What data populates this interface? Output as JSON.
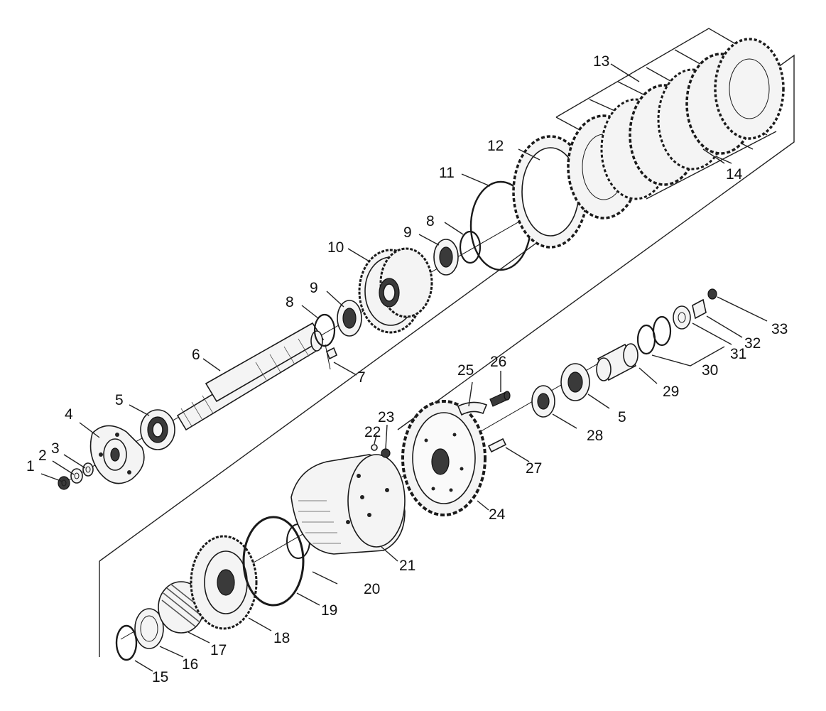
{
  "diagram": {
    "labels": [
      {
        "id": "lbl-1",
        "text": "1"
      },
      {
        "id": "lbl-2",
        "text": "2"
      },
      {
        "id": "lbl-3",
        "text": "3"
      },
      {
        "id": "lbl-4",
        "text": "4"
      },
      {
        "id": "lbl-5a",
        "text": "5"
      },
      {
        "id": "lbl-5b",
        "text": "5"
      },
      {
        "id": "lbl-6",
        "text": "6"
      },
      {
        "id": "lbl-7",
        "text": "7"
      },
      {
        "id": "lbl-8a",
        "text": "8"
      },
      {
        "id": "lbl-8b",
        "text": "8"
      },
      {
        "id": "lbl-9a",
        "text": "9"
      },
      {
        "id": "lbl-9b",
        "text": "9"
      },
      {
        "id": "lbl-10",
        "text": "10"
      },
      {
        "id": "lbl-11",
        "text": "11"
      },
      {
        "id": "lbl-12",
        "text": "12"
      },
      {
        "id": "lbl-13",
        "text": "13"
      },
      {
        "id": "lbl-14",
        "text": "14"
      },
      {
        "id": "lbl-15",
        "text": "15"
      },
      {
        "id": "lbl-16",
        "text": "16"
      },
      {
        "id": "lbl-17",
        "text": "17"
      },
      {
        "id": "lbl-18",
        "text": "18"
      },
      {
        "id": "lbl-19",
        "text": "19"
      },
      {
        "id": "lbl-20",
        "text": "20"
      },
      {
        "id": "lbl-21",
        "text": "21"
      },
      {
        "id": "lbl-22",
        "text": "22"
      },
      {
        "id": "lbl-23",
        "text": "23"
      },
      {
        "id": "lbl-24",
        "text": "24"
      },
      {
        "id": "lbl-25",
        "text": "25"
      },
      {
        "id": "lbl-26",
        "text": "26"
      },
      {
        "id": "lbl-27",
        "text": "27"
      },
      {
        "id": "lbl-28",
        "text": "28"
      },
      {
        "id": "lbl-29",
        "text": "29"
      },
      {
        "id": "lbl-30",
        "text": "30"
      },
      {
        "id": "lbl-31",
        "text": "31"
      },
      {
        "id": "lbl-32",
        "text": "32"
      },
      {
        "id": "lbl-33",
        "text": "33"
      }
    ]
  }
}
